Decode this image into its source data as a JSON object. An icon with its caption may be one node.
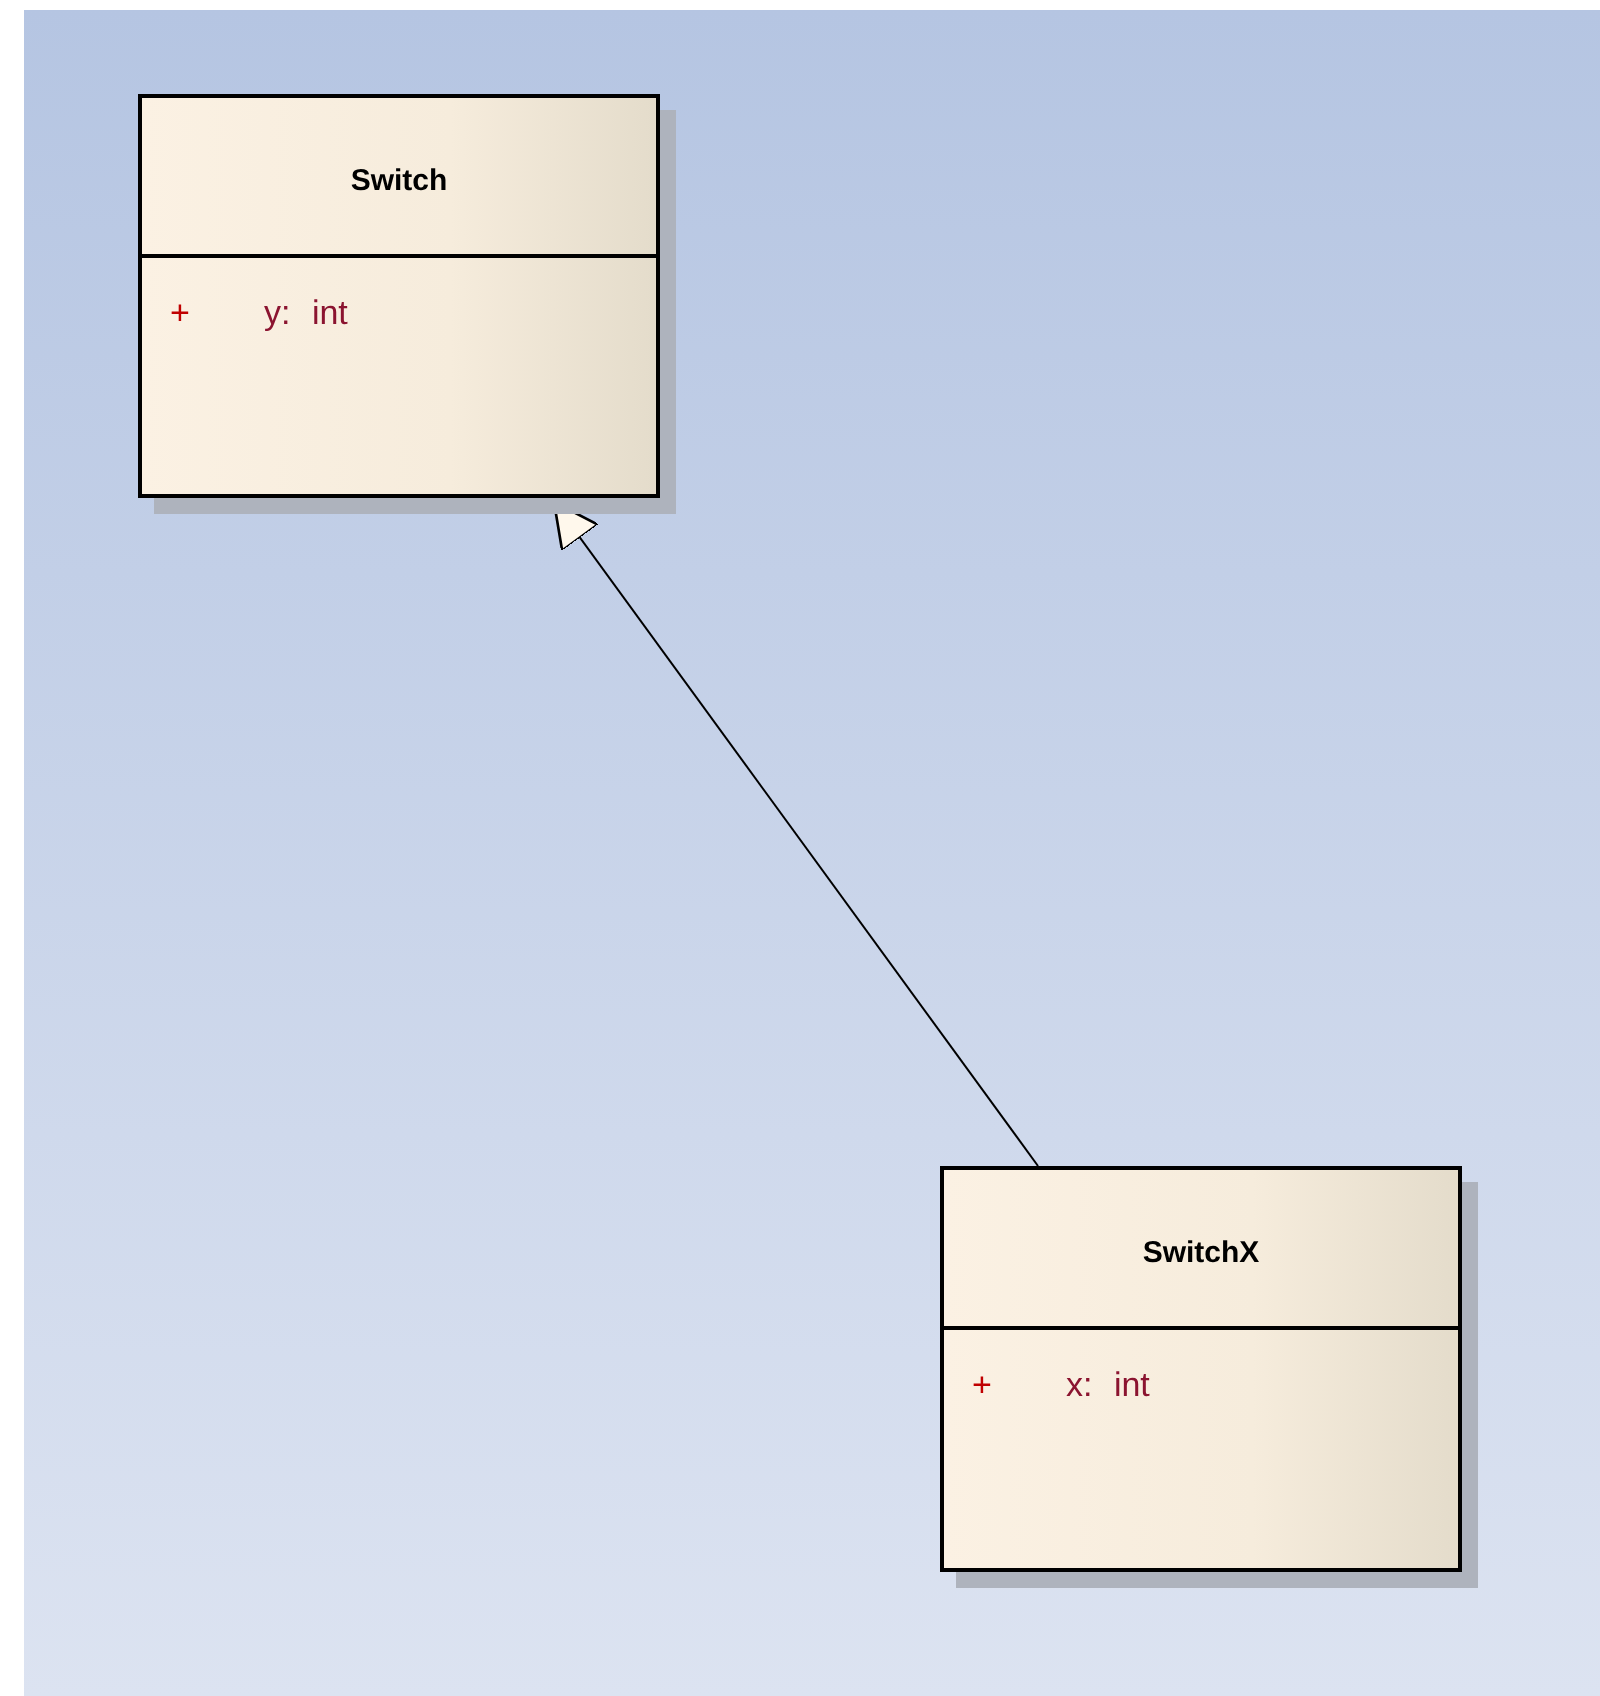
{
  "diagram": {
    "nodes": [
      {
        "text": [
          "Switch",
          "+",
          "y: int"
        ]
      },
      {
        "text": [
          "SwitchX",
          "+",
          "x: int"
        ]
      }
    ],
    "edges": [
      {
        "from": 1,
        "to": 0,
        "arrow": "to"
      }
    ]
  }
}
